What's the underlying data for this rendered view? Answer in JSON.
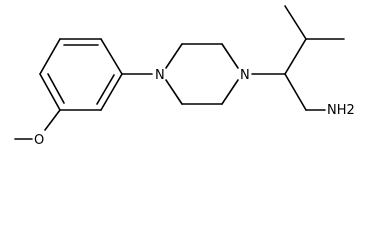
{
  "molecule": {
    "atoms": {
      "nitrogen_left": "N",
      "nitrogen_right": "N",
      "oxygen": "O",
      "amine": "NH2"
    }
  }
}
